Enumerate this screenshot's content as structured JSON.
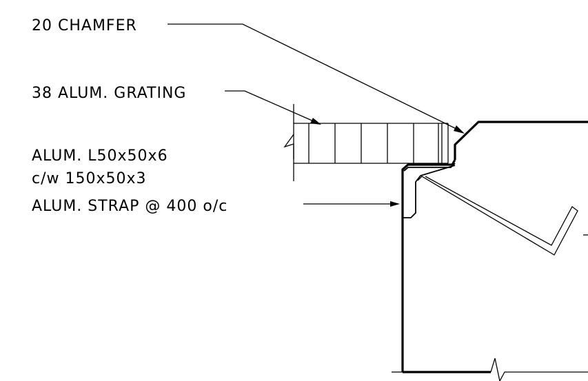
{
  "callouts": {
    "chamfer": "20 CHAMFER",
    "grating": "38 ALUM. GRATING",
    "angle_line1": "ALUM. L50x50x6",
    "angle_line2": "c/w 150x50x3",
    "angle_line3": "ALUM. STRAP @ 400 o/c"
  },
  "colors": {
    "line": "#000000",
    "background": "#ffffff"
  }
}
